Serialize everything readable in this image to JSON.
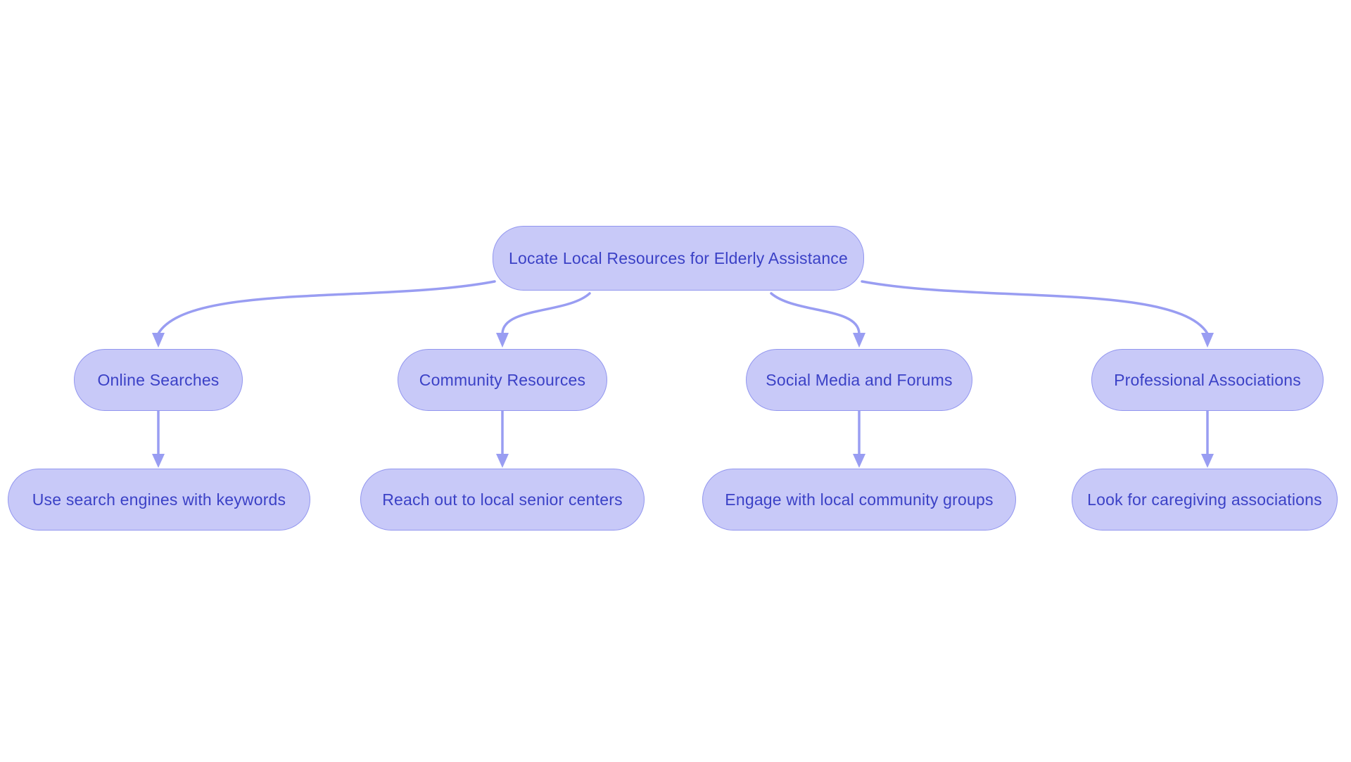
{
  "flowchart": {
    "root": {
      "label": "Locate Local Resources for Elderly Assistance"
    },
    "branches": [
      {
        "label": "Online Searches",
        "child": {
          "label": "Use search engines with keywords"
        }
      },
      {
        "label": "Community Resources",
        "child": {
          "label": "Reach out to local senior centers"
        }
      },
      {
        "label": "Social Media and Forums",
        "child": {
          "label": "Engage with local community groups"
        }
      },
      {
        "label": "Professional Associations",
        "child": {
          "label": "Look for caregiving associations"
        }
      }
    ],
    "colors": {
      "node-fill": "#c8c9f8",
      "node-border": "#9296ef",
      "node-text": "#3b41c6",
      "edge": "#999df2",
      "background": "#ffffff"
    }
  }
}
